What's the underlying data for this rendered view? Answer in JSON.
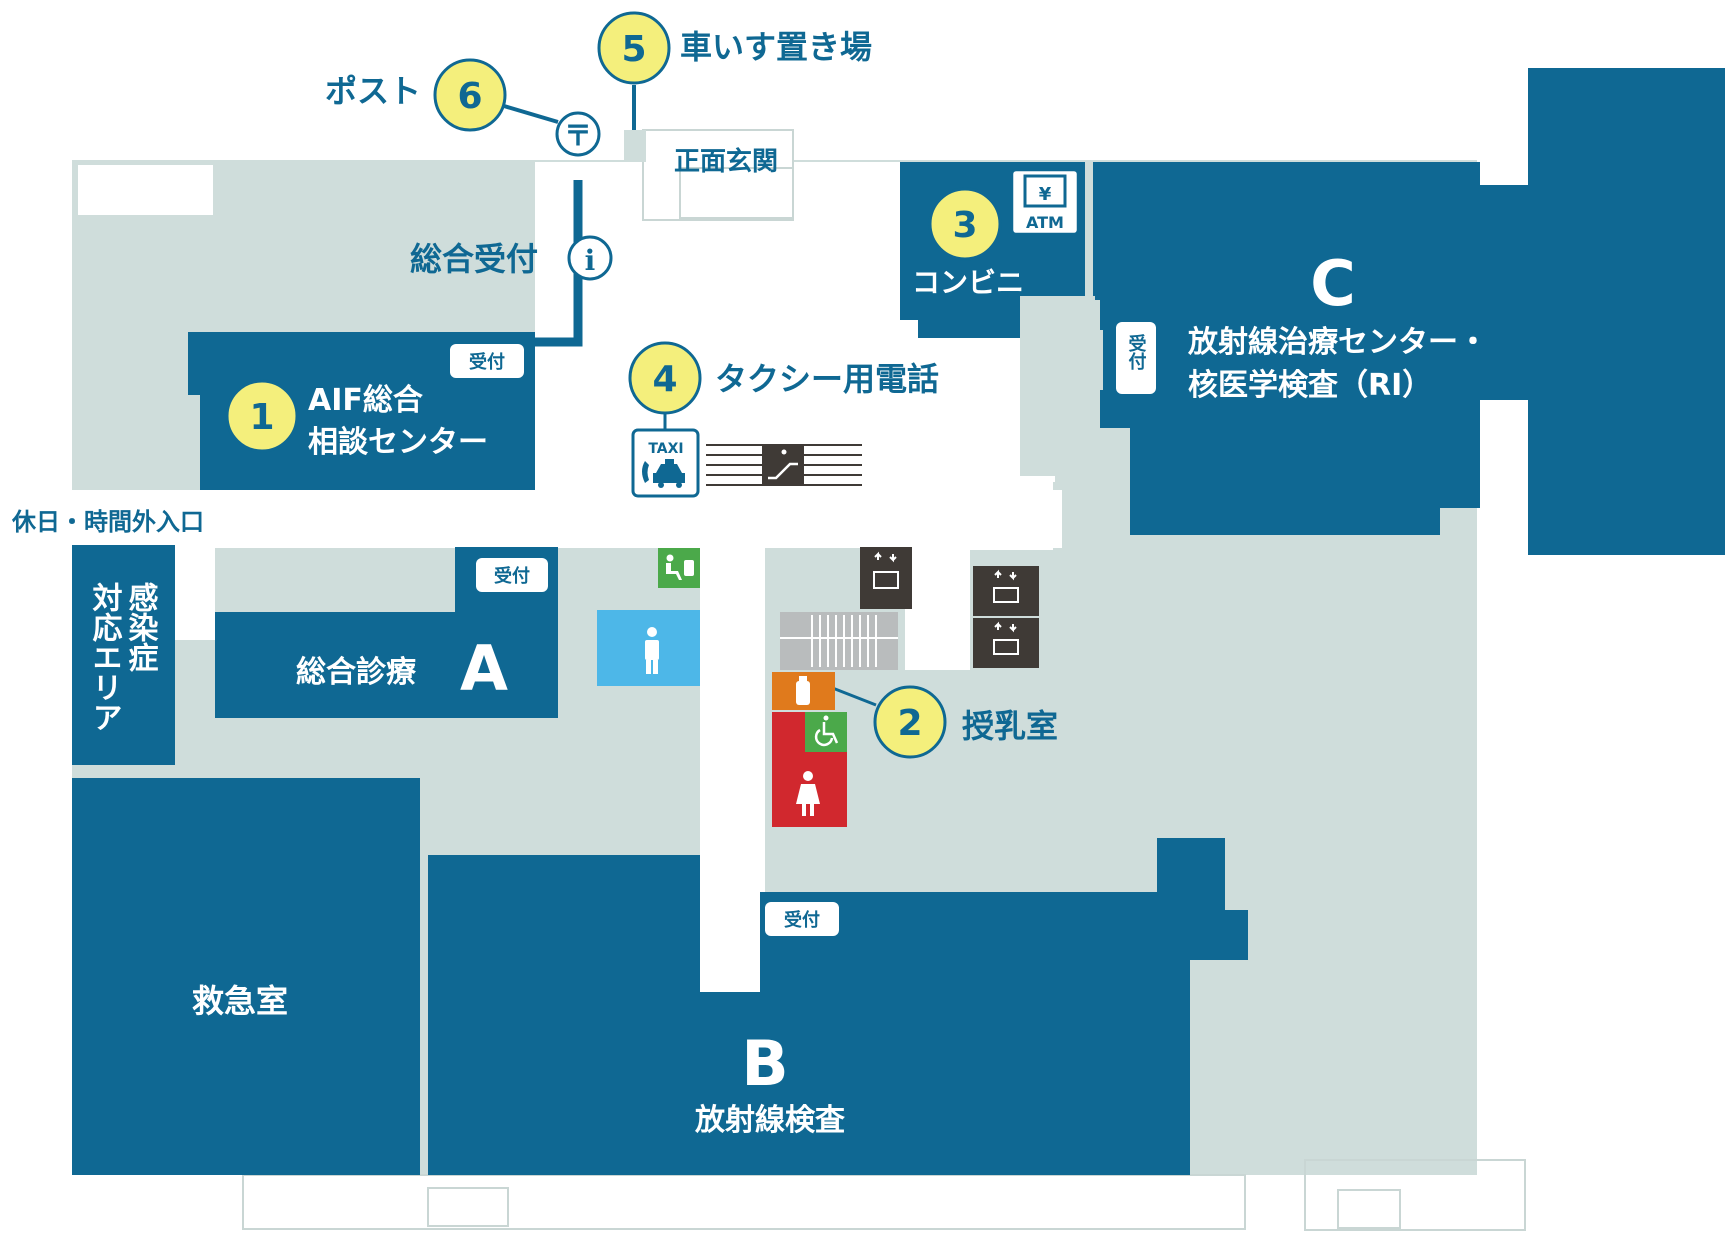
{
  "colors": {
    "room": "#0f6893",
    "floor": "#cfdddb",
    "corridor": "#ffffff",
    "marker": "#f4ef7c",
    "marker_text": "#0f6893",
    "label": "#0f6893",
    "icon_dark": "#3f3a36",
    "stairs": "#b9bcbd",
    "toilet_male": "#4db7e8",
    "toilet_female": "#d1282e",
    "nursing": "#e07a1c",
    "accessible": "#4ba94a",
    "outline": "#c9d6d4"
  },
  "markers": {
    "m1": "1",
    "m2": "2",
    "m3": "3",
    "m4": "4",
    "m5": "5",
    "m6": "6"
  },
  "labels": {
    "wheelchair_storage": "車いす置き場",
    "post": "ポスト",
    "main_entrance": "正面玄関",
    "general_reception": "総合受付",
    "taxi_phone": "タクシー用電話",
    "taxi_sign": "TAXI",
    "holiday_entrance": "休日・時間外入口",
    "nursing_room": "授乳室",
    "atm": "ATM",
    "yen": "¥",
    "post_symbol": "〒",
    "info_symbol": "i"
  },
  "rooms": {
    "aif_line1": "AIF総合",
    "aif_line2": "相談センター",
    "a_name": "総合診療",
    "a_letter": "A",
    "b_letter": "B",
    "b_name": "放射線検査",
    "c_letter": "C",
    "c_line1": "放射線治療センター・",
    "c_line2": "核医学検査（RI）",
    "convenience": "コンビニ",
    "emergency": "救急室",
    "infection_col1": "感染症",
    "infection_col2": "対応エリア"
  },
  "reception": {
    "aif": "受付",
    "a": "受付",
    "b": "受付",
    "c": "受付"
  }
}
